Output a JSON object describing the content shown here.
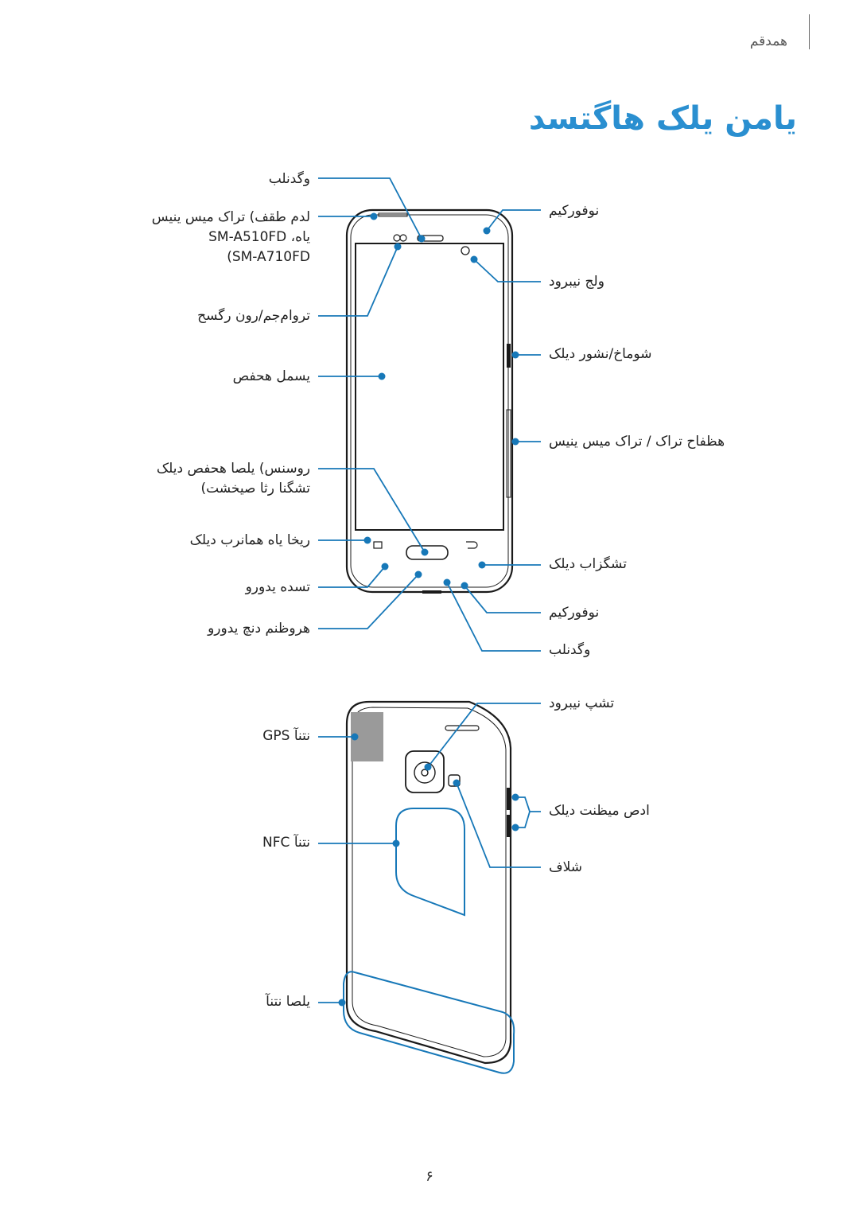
{
  "header": {
    "section": "همدقم"
  },
  "title": "یامن یلک هاگتسد",
  "colors": {
    "accent": "#2a8fd0",
    "callout": "#1778b8"
  },
  "front_labels_left": [
    "وگدنلب",
    "لدم طقف) تراک میس ینیس",
    "SM-A510FD ،یاه",
    "(SM-A710FD",
    "تروام‌جم/رون رگسح",
    "یسمل هحفص",
    "روسنس) یلصا هحفص دیلک",
    "(تشگنا رثا صیخشت",
    "ریخا یاه همانرب دیلک",
    "تسده یدورو",
    "هروظنم دنچ یدورو"
  ],
  "front_labels_right": [
    "نوفوركیم",
    "ولج نیبرود",
    "شوماخ/نشور دیلک",
    "هظفاح تراک / تراک میس ینیس",
    "تشگزاب دیلک",
    "نوفوركیم",
    "وگدنلب"
  ],
  "back_labels_left": [
    "GPS نتنآ",
    "NFC نتنآ",
    "یلصا نتنآ"
  ],
  "back_labels_right": [
    "تشپ نیبرود",
    "ادص میظنت دیلک",
    "شلاف"
  ],
  "page_number": "۶"
}
